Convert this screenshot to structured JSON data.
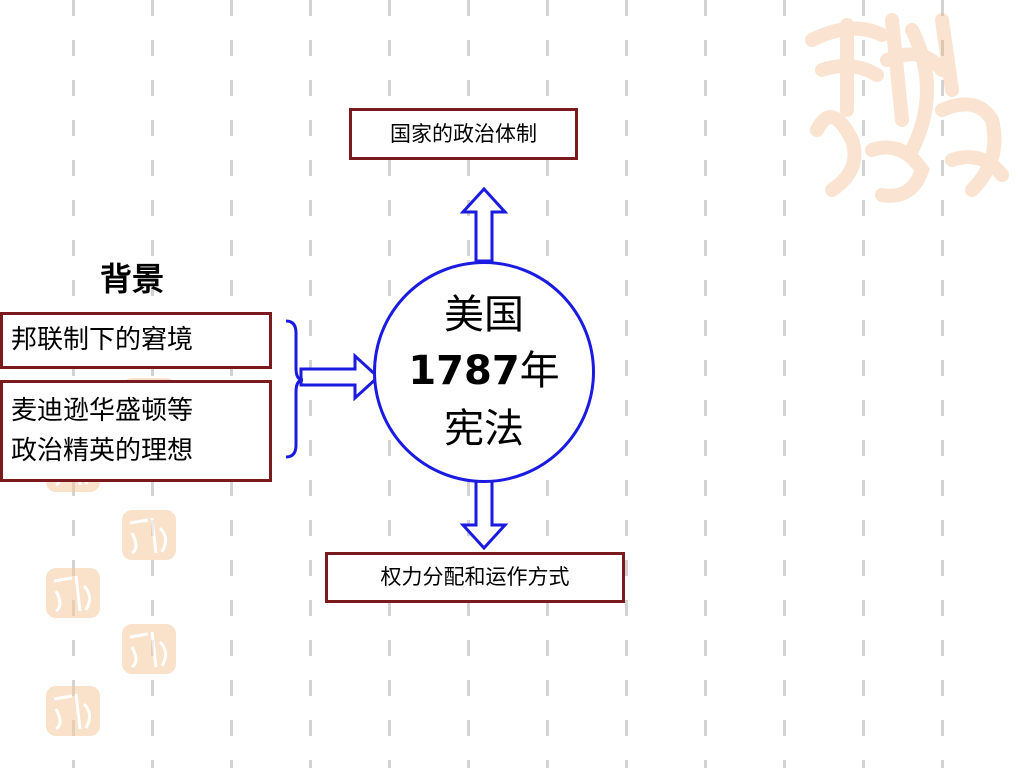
{
  "diagram": {
    "top_box": "国家的政治体制",
    "bottom_box": "权力分配和运作方式",
    "background_title": "背景",
    "background_items": [
      {
        "text": "邦联制下的窘境"
      },
      {
        "lines": [
          "麦迪逊华盛顿等",
          "政治精英的理想"
        ]
      }
    ],
    "center": {
      "line1": "美国",
      "year": "1787",
      "year_suffix": "年",
      "line3": "宪法"
    }
  },
  "colors": {
    "box_border": "#7a1a1e",
    "circle_border": "#1a1ae0",
    "arrow": "#1a1ae0",
    "seal": "#f2b27a"
  },
  "decorations": [
    "seal-stamp-large",
    "seal-stamp-small"
  ]
}
